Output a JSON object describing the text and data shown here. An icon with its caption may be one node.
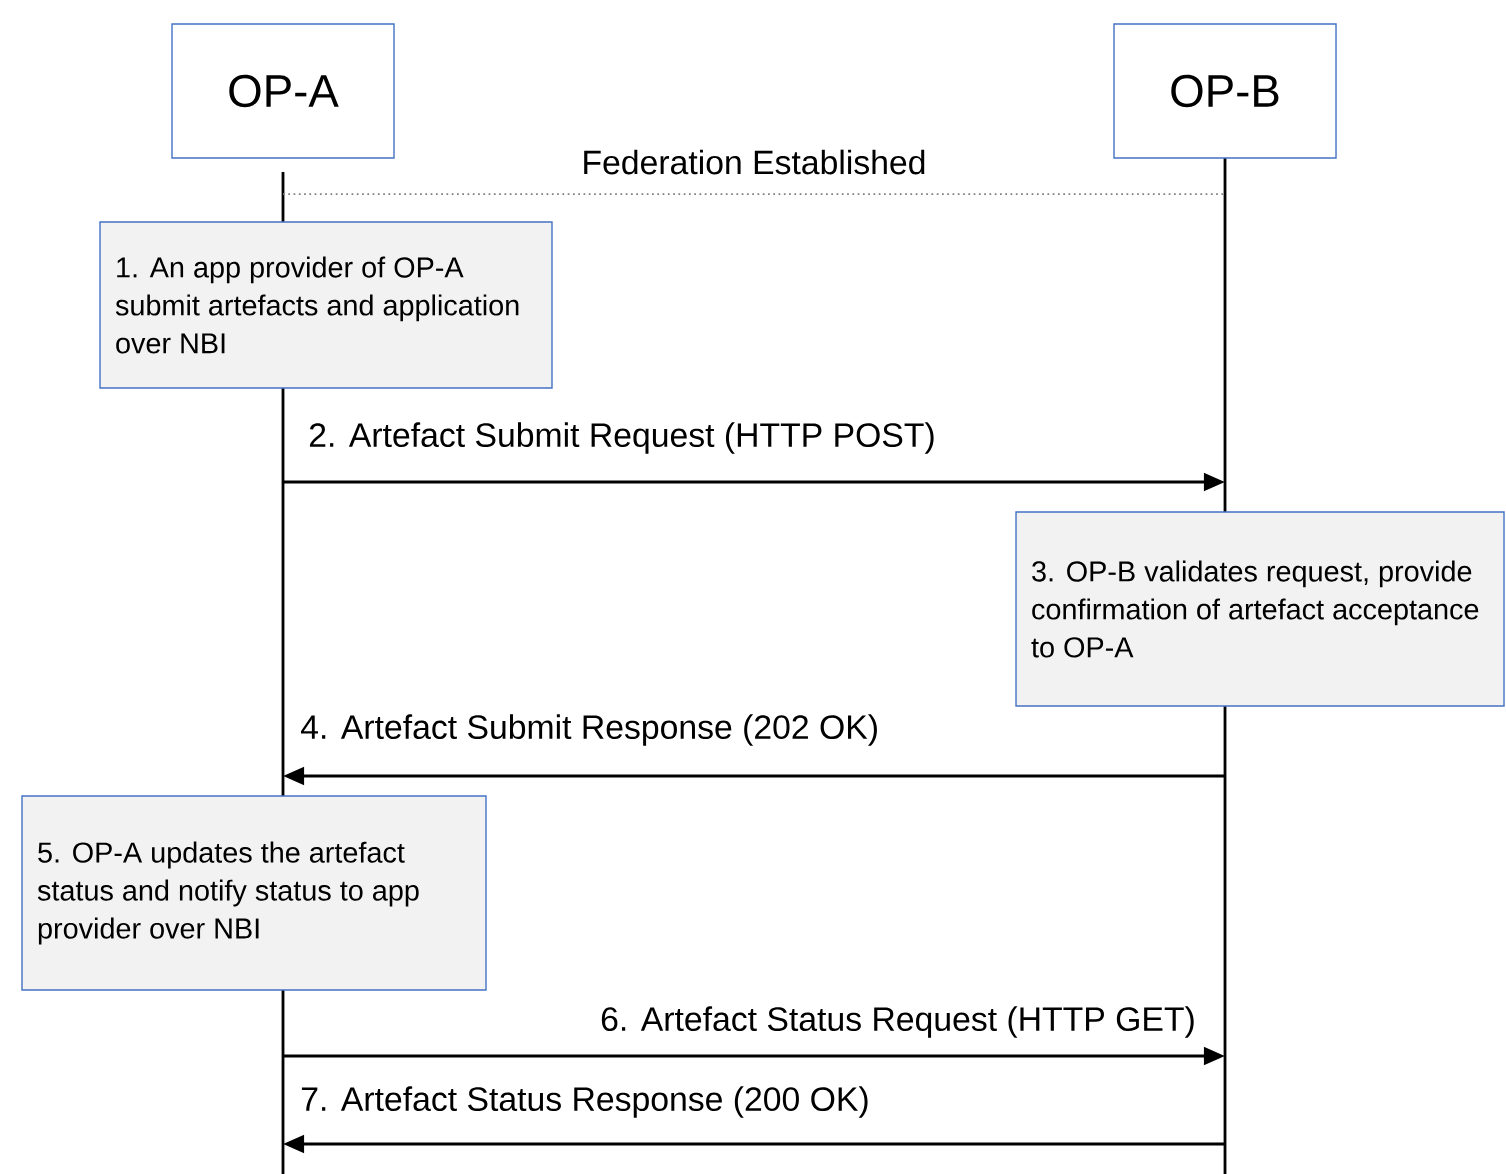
{
  "diagram": {
    "nodes": [
      {
        "text": [
          "OP-A"
        ]
      },
      {
        "text": [
          "OP-B"
        ]
      },
      {
        "text": [
          "1. An app provider of OP-A submit artefacts and application over NBI"
        ]
      },
      {
        "text": [
          "3. OP-B validates request, provide confirmation of artefact acceptance to OP-A"
        ]
      },
      {
        "text": [
          "5. OP-A updates the artefact status and notify status to app provider over NBI"
        ]
      }
    ],
    "edges": [
      {
        "from": 0,
        "to": 1,
        "arrow": "none",
        "label": "Federation Established",
        "style": "dashed",
        "color": "#808080"
      },
      {
        "from": 0,
        "to": 1,
        "arrow": "to",
        "label": "2. Artefact Submit Request (HTTP POST)"
      },
      {
        "from": 1,
        "to": 0,
        "arrow": "to",
        "label": "4. Artefact Submit  Response (202 OK)"
      },
      {
        "from": 0,
        "to": 1,
        "arrow": "to",
        "label": "6. Artefact Status Request (HTTP GET)"
      },
      {
        "from": 1,
        "to": 0,
        "arrow": "to",
        "label": "7. Artefact Status  Response (200 OK)"
      }
    ]
  }
}
